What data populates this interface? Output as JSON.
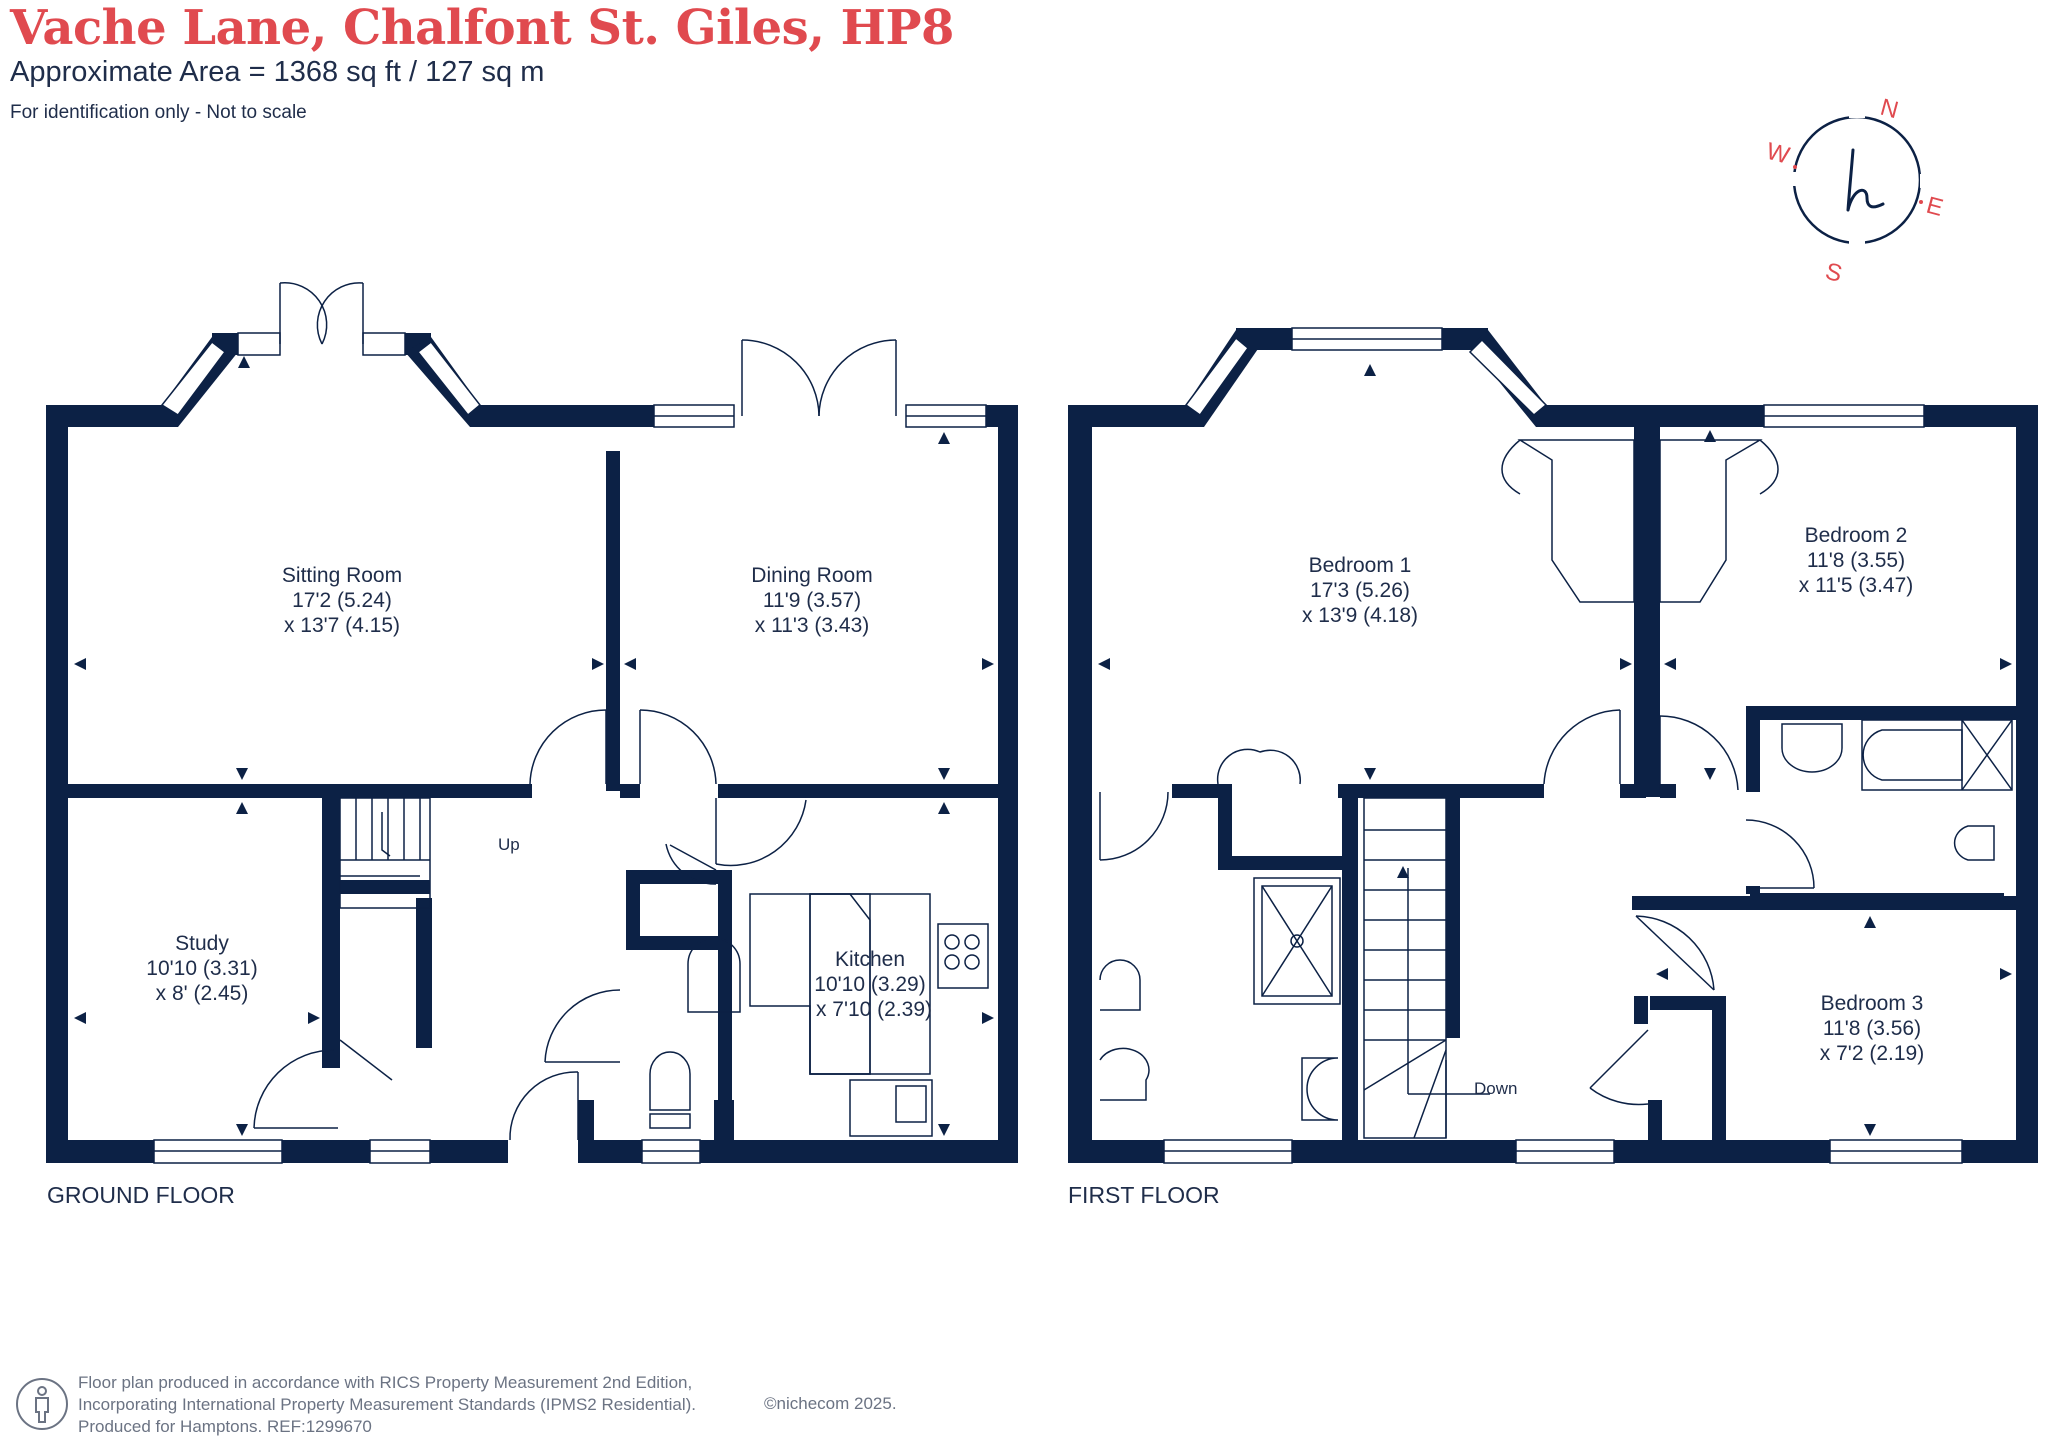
{
  "header": {
    "title": "Vache Lane, Chalfont St. Giles, HP8",
    "area": "Approximate Area = 1368 sq ft / 127 sq m",
    "note": "For identification only - Not to scale"
  },
  "compass": {
    "n": "N",
    "e": "E",
    "s": "S",
    "w": "W"
  },
  "ground_floor": {
    "label": "GROUND FLOOR",
    "stairs_label": "Up",
    "rooms": [
      {
        "name": "Sitting Room",
        "dim1": "17'2 (5.24)",
        "dim2": "x 13'7 (4.15)"
      },
      {
        "name": "Dining Room",
        "dim1": "11'9 (3.57)",
        "dim2": "x 11'3 (3.43)"
      },
      {
        "name": "Study",
        "dim1": "10'10 (3.31)",
        "dim2": "x 8' (2.45)"
      },
      {
        "name": "Kitchen",
        "dim1": "10'10 (3.29)",
        "dim2": "x 7'10 (2.39)"
      }
    ]
  },
  "first_floor": {
    "label": "FIRST FLOOR",
    "stairs_label": "Down",
    "rooms": [
      {
        "name": "Bedroom 1",
        "dim1": "17'3 (5.26)",
        "dim2": "x 13'9 (4.18)"
      },
      {
        "name": "Bedroom 2",
        "dim1": "11'8 (3.55)",
        "dim2": "x 11'5 (3.47)"
      },
      {
        "name": "Bedroom 3",
        "dim1": "11'8 (3.56)",
        "dim2": "x 7'2 (2.19)"
      }
    ]
  },
  "footer": {
    "line1": "Floor plan produced in accordance with RICS Property Measurement 2nd Edition,",
    "line2": "Incorporating International Property Measurement Standards (IPMS2 Residential).",
    "line3": "Produced for Hamptons.   REF:1299670",
    "copyright": "©nichecom 2025."
  },
  "colors": {
    "wall": "#0c2145",
    "title": "#e04a4f",
    "text": "#1f2d4a",
    "footer": "#6b7383"
  }
}
